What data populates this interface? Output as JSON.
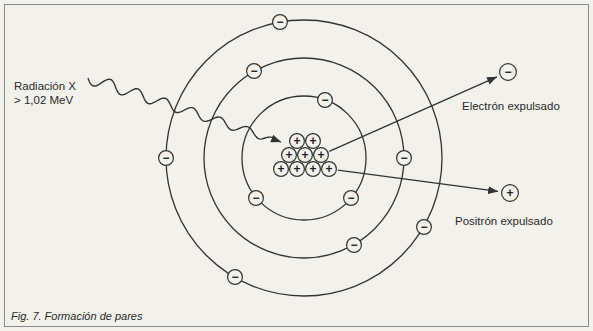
{
  "diagram": {
    "caption": "Fig. 7. Formación de pares",
    "nodes": [
      {
        "text": [
          "−"
        ]
      },
      {
        "text": [
          "−"
        ]
      },
      {
        "text": [
          "−"
        ]
      },
      {
        "text": [
          "−"
        ]
      },
      {
        "text": [
          "−"
        ]
      },
      {
        "text": [
          "−"
        ]
      },
      {
        "text": [
          "−"
        ]
      },
      {
        "text": [
          "−"
        ]
      },
      {
        "text": [
          "−"
        ]
      },
      {
        "text": [
          "−"
        ]
      },
      {
        "text": [
          "+"
        ]
      },
      {
        "text": [
          "+"
        ]
      },
      {
        "text": [
          "+"
        ]
      },
      {
        "text": [
          "+"
        ]
      },
      {
        "text": [
          "+"
        ]
      },
      {
        "text": [
          "+"
        ]
      },
      {
        "text": [
          "+"
        ]
      },
      {
        "text": [
          "+"
        ]
      },
      {
        "text": [
          "+"
        ]
      },
      {
        "text": [
          "−"
        ]
      },
      {
        "text": [
          "+"
        ]
      }
    ],
    "edges": [
      {
        "from": 11,
        "to": 19,
        "arrow": "to"
      },
      {
        "from": 18,
        "to": 20,
        "arrow": "to"
      }
    ],
    "labels": [
      "Radiación X",
      "> 1,02 MeV",
      "Electrón expulsado",
      "Positrón expulsado"
    ]
  }
}
